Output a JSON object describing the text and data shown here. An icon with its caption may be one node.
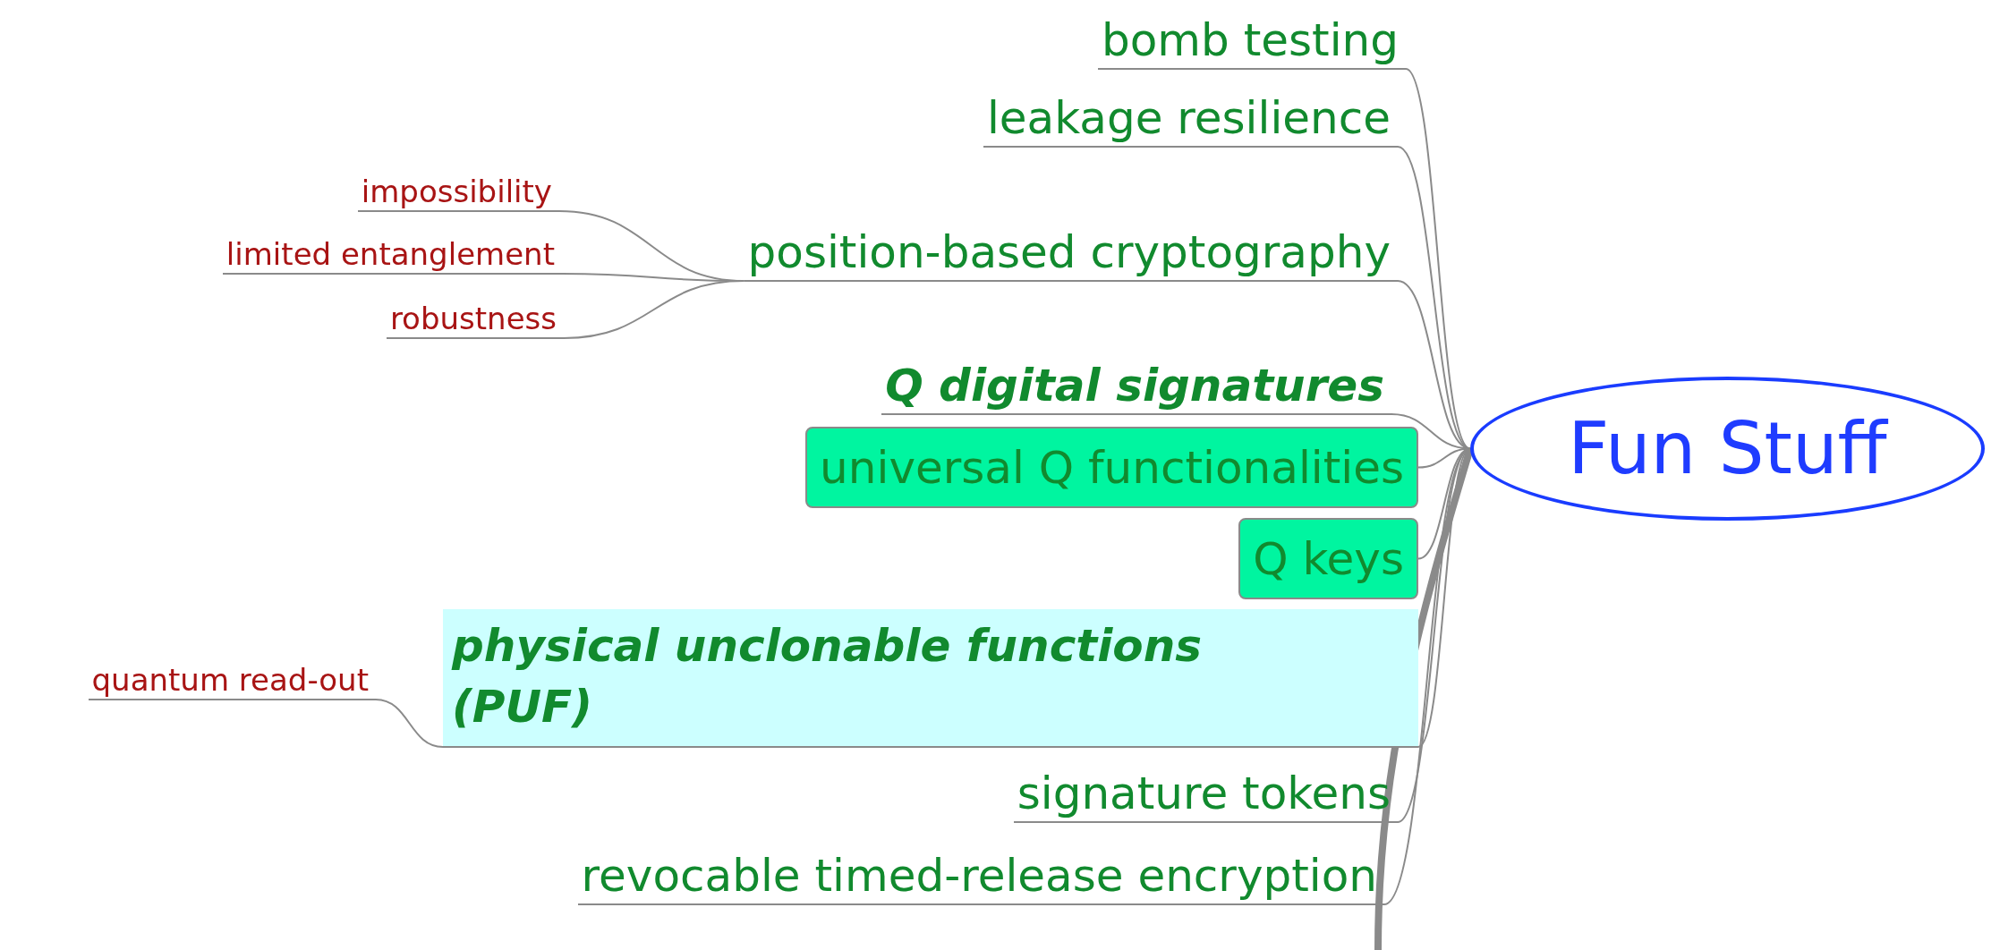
{
  "diagram": {
    "nodes": [
      {
        "text": [
          "Fun Stuff"
        ]
      },
      {
        "text": [
          "bomb testing"
        ]
      },
      {
        "text": [
          "leakage resilience"
        ]
      },
      {
        "text": [
          "impossibility"
        ]
      },
      {
        "text": [
          "limited entanglement"
        ]
      },
      {
        "text": [
          "robustness"
        ]
      },
      {
        "text": [
          "position-based cryptography"
        ]
      },
      {
        "text": [
          "Q digital signatures"
        ]
      },
      {
        "text": [
          "universal Q functionalities"
        ]
      },
      {
        "text": [
          "Q keys"
        ]
      },
      {
        "text": [
          "quantum read-out"
        ]
      },
      {
        "text": [
          "physical unclonable functions (PUF)"
        ]
      },
      {
        "text": [
          "signature tokens"
        ]
      },
      {
        "text": [
          "revocable timed-release encryption"
        ]
      }
    ],
    "edges": [
      {
        "from": 0,
        "to": 1,
        "arrow": "none"
      },
      {
        "from": 0,
        "to": 2,
        "arrow": "none"
      },
      {
        "from": 0,
        "to": 6,
        "arrow": "none"
      },
      {
        "from": 0,
        "to": 7,
        "arrow": "none"
      },
      {
        "from": 0,
        "to": 8,
        "arrow": "none"
      },
      {
        "from": 0,
        "to": 9,
        "arrow": "none"
      },
      {
        "from": 0,
        "to": 11,
        "arrow": "none"
      },
      {
        "from": 0,
        "to": 12,
        "arrow": "none"
      },
      {
        "from": 0,
        "to": 13,
        "arrow": "none"
      },
      {
        "from": 6,
        "to": 3,
        "arrow": "none"
      },
      {
        "from": 6,
        "to": 4,
        "arrow": "none"
      },
      {
        "from": 6,
        "to": 5,
        "arrow": "none"
      },
      {
        "from": 11,
        "to": 10,
        "arrow": "none"
      },
      {
        "from": 0,
        "to": null,
        "arrow": "none",
        "style": "thick"
      }
    ]
  }
}
